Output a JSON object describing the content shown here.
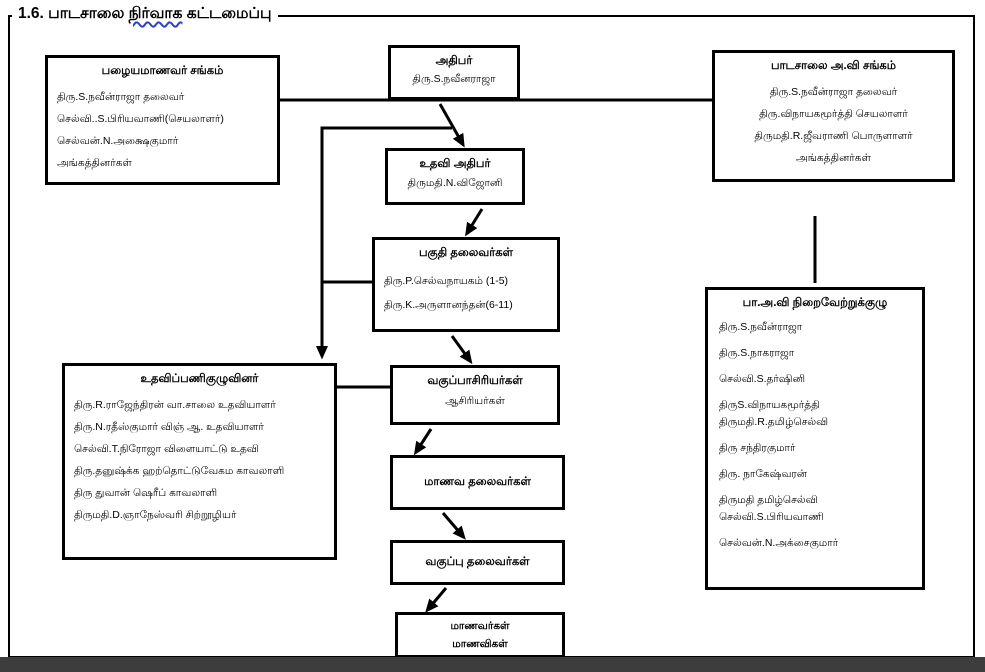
{
  "page": {
    "title_part1": "1.6. பாடசாலை ",
    "title_part2": "நிர்வாக",
    "title_part3": " கட்டமைப்பு"
  },
  "colors": {
    "border": "#000000",
    "misspell_underline": "#2a43c8",
    "bottom_bar": "#3d3d3d",
    "background": "#ffffff"
  },
  "boxes": {
    "old_students": {
      "title": "பழையமாணவர் சங்கம்",
      "lines": [
        "திரு.S.நவீன்ராஜா  தலைவர்",
        "செல்வி..S.பிரியவாணி(செயலாளர்)",
        "செல்வன்.N.அக்ஷைகுமார்",
        "அங்கத்தினர்கள்"
      ]
    },
    "principal": {
      "title": "அதிபர்",
      "name": "திரு.S.நவீனராஜா"
    },
    "school_assoc": {
      "title": "பாடசாலை அ.வி சங்கம்",
      "lines": [
        "திரு.S.நவீன்ராஜா தலைவர்",
        "திரு.விநாயகமூர்த்தி செயலாளர்",
        "திருமதி.R.ஜீவராணி பொருளாளர்",
        "அங்கத்தினர்கள்"
      ]
    },
    "assistant_principal": {
      "title": "உதவி அதிபர்",
      "name": "திருமதி.N.விஜோனி"
    },
    "section_heads": {
      "title": "பகுதி தலைவர்கள்",
      "lines": [
        "திரு.P.செல்வநாயகம்  (1-5)",
        "திரு.K.அருளானந்தன்(6-11)"
      ]
    },
    "support_staff": {
      "title": "உதவிப்பணிகுழுவினர்",
      "lines": [
        "திரு.R.ராஜேந்திரன் வா.சாலை உதவியாளர்",
        "திரு.N.ரதீஸ்குமார் விஞ் ஆ. உதவியாளர்",
        "செல்வி.T.நிரோஜா விளையாட்டு உதவி",
        "திரு.தனுஷ்க்க ஹற்தொட்டுவேகம காவலாளி",
        "திரு துவான் ஷெரீப் காவலாளி",
        "திருமதி.D.ஞாநேஸ்வரி சிற்றூழியர்"
      ]
    },
    "class_teachers": {
      "title": "வகுப்பாசிரியர்கள்",
      "subtitle": "ஆசிரியர்கள்"
    },
    "executive_committee": {
      "title": "பா.அ.வி நிறைவேற்றுக்குழு",
      "lines": [
        "திரு.S.நவீன்ராஜா",
        "திரு.S.நாகராஜா",
        "செல்வி.S.தர்ஷினி",
        "திருS.விநாயகமூர்த்தி",
        "திருமதி.R.தமிழ்செல்வி",
        "திரு சந்திரகுமார்",
        "திரு. நாகேஷ்வரன்",
        "திருமதி தமிழ்செல்வி",
        "செல்வி.S.பிரியவாணி",
        "செல்வன்.N.அக்சைகுமார்"
      ]
    },
    "student_leaders": {
      "title": "மாணவ தலைவர்கள்"
    },
    "class_leaders": {
      "title": "வகுப்பு தலைவர்கள்"
    },
    "students": {
      "line1": "மாணவர்கள்",
      "line2": "மாணவிகள்"
    }
  }
}
